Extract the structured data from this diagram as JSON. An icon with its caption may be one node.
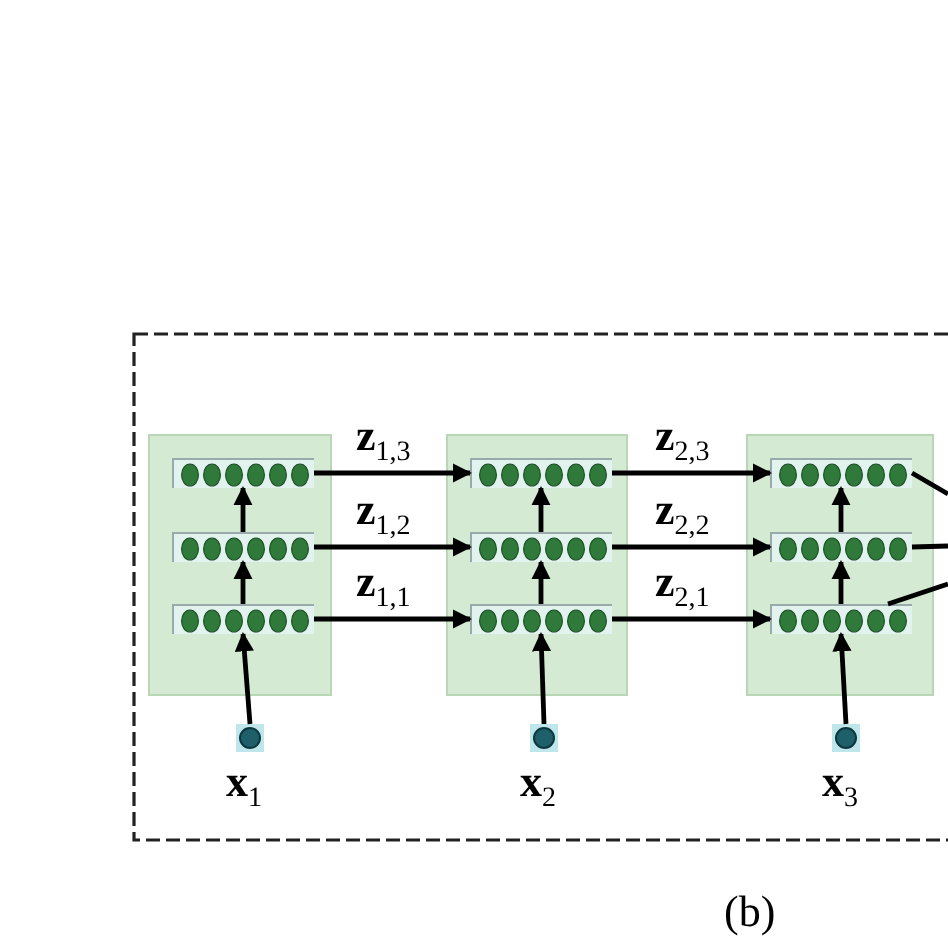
{
  "diagram": {
    "caption": "(b)",
    "nodes": [
      {
        "text": [],
        "shape": "box"
      },
      {
        "text": [],
        "shape": "bar",
        "in": 0
      },
      {
        "text": [],
        "shape": "bar",
        "in": 0
      },
      {
        "text": [],
        "shape": "bar",
        "in": 0
      },
      {
        "text": [],
        "shape": "box"
      },
      {
        "text": [],
        "shape": "bar",
        "in": 4
      },
      {
        "text": [],
        "shape": "bar",
        "in": 4
      },
      {
        "text": [],
        "shape": "bar",
        "in": 4
      },
      {
        "text": [],
        "shape": "box"
      },
      {
        "text": [],
        "shape": "bar",
        "in": 8
      },
      {
        "text": [],
        "shape": "bar",
        "in": 8
      },
      {
        "text": [],
        "shape": "bar",
        "in": 8
      },
      {
        "text": [],
        "shape": "circle",
        "beside": [
          "**x**$_{1}$"
        ]
      },
      {
        "text": [],
        "shape": "circle",
        "beside": [
          "**x**$_{2}$"
        ]
      },
      {
        "text": [],
        "shape": "circle",
        "beside": [
          "**x**$_{3}$"
        ]
      }
    ],
    "edges": [
      {
        "from": 12,
        "to": 3,
        "arrow": "to"
      },
      {
        "from": 3,
        "to": 2,
        "arrow": "to"
      },
      {
        "from": 2,
        "to": 1,
        "arrow": "to"
      },
      {
        "from": 13,
        "to": 7,
        "arrow": "to"
      },
      {
        "from": 7,
        "to": 6,
        "arrow": "to"
      },
      {
        "from": 6,
        "to": 5,
        "arrow": "to"
      },
      {
        "from": 14,
        "to": 11,
        "arrow": "to"
      },
      {
        "from": 11,
        "to": 10,
        "arrow": "to"
      },
      {
        "from": 10,
        "to": 9,
        "arrow": "to"
      },
      {
        "from": 1,
        "to": 5,
        "arrow": "to",
        "label": "**z**$_{1,3}$"
      },
      {
        "from": 2,
        "to": 6,
        "arrow": "to",
        "label": "**z**$_{1,2}$"
      },
      {
        "from": 3,
        "to": 7,
        "arrow": "to",
        "label": "**z**$_{1,1}$"
      },
      {
        "from": 5,
        "to": 9,
        "arrow": "to",
        "label": "**z**$_{2,3}$"
      },
      {
        "from": 6,
        "to": 10,
        "arrow": "to",
        "label": "**z**$_{2,2}$"
      },
      {
        "from": 7,
        "to": 11,
        "arrow": "to",
        "label": "**z**$_{2,1}$"
      },
      {
        "from": 9,
        "to": null,
        "arrow": "none"
      },
      {
        "from": 10,
        "to": null,
        "arrow": "none"
      },
      {
        "from": 11,
        "to": null,
        "arrow": "none"
      }
    ]
  }
}
